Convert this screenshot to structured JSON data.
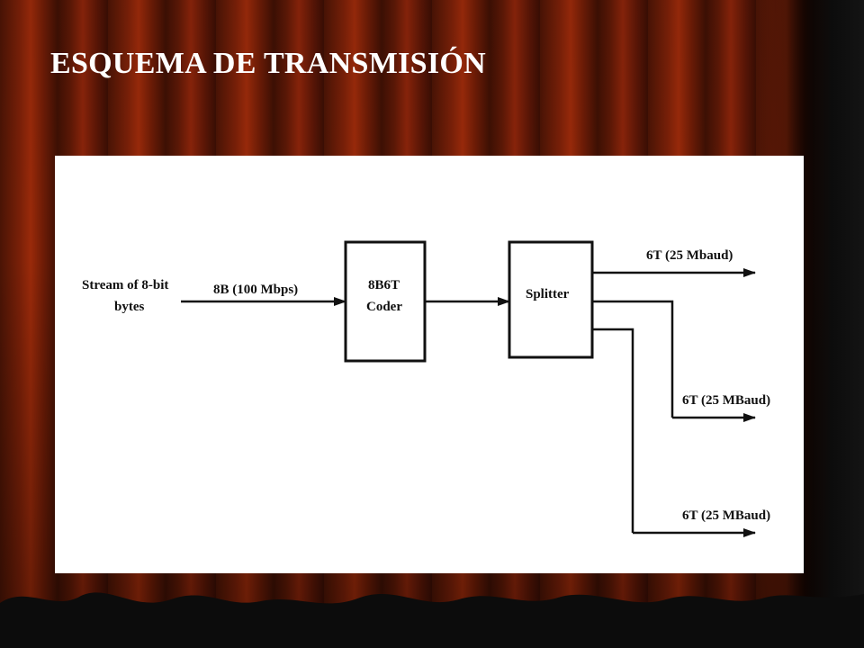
{
  "slide": {
    "title": "ESQUEMA DE TRANSMISIÓN"
  },
  "diagram": {
    "input_label_line1": "Stream of 8-bit",
    "input_label_line2": "bytes",
    "input_arrow_label": "8B (100 Mbps)",
    "coder_label_line1": "8B6T",
    "coder_label_line2": "Coder",
    "splitter_label": "Splitter",
    "output_1_label": "6T (25 Mbaud)",
    "output_2_label": "6T (25 MBaud)",
    "output_3_label": "6T (25 MBaud)"
  }
}
